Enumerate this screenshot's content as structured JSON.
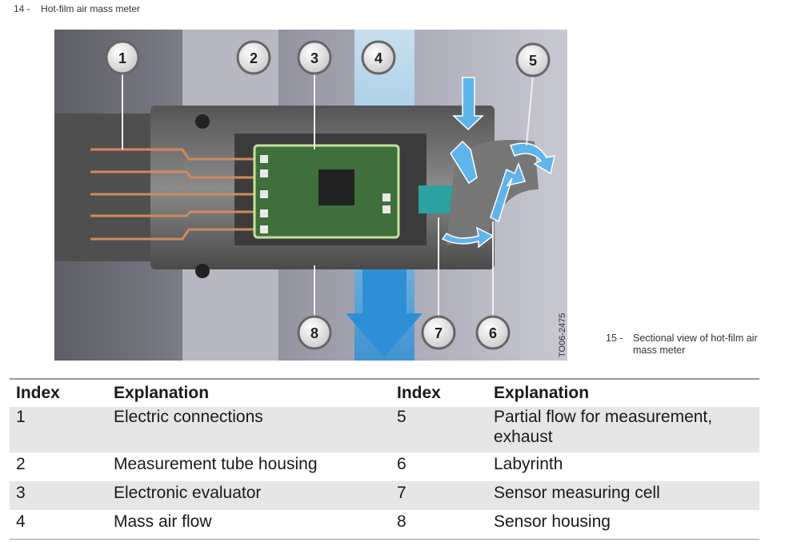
{
  "figure14": {
    "number": "14 -",
    "title": "Hot-film air mass meter"
  },
  "figure15": {
    "number": "15 -",
    "caption": "Sectional view of hot-film air mass meter"
  },
  "image_code": "TO06-2475",
  "callouts": [
    "1",
    "2",
    "3",
    "4",
    "5",
    "6",
    "7",
    "8"
  ],
  "table": {
    "headers": [
      "Index",
      "Explanation",
      "Index",
      "Explanation"
    ],
    "rows": [
      {
        "i1": "1",
        "e1": "Electric connections",
        "i2": "5",
        "e2": "Partial flow for measurement, exhaust"
      },
      {
        "i1": "2",
        "e1": "Measurement tube housing",
        "i2": "6",
        "e2": "Labyrinth"
      },
      {
        "i1": "3",
        "e1": "Electronic evaluator",
        "i2": "7",
        "e2": "Sensor measuring cell"
      },
      {
        "i1": "4",
        "e1": "Mass air flow",
        "i2": "8",
        "e2": "Sensor housing"
      }
    ]
  }
}
